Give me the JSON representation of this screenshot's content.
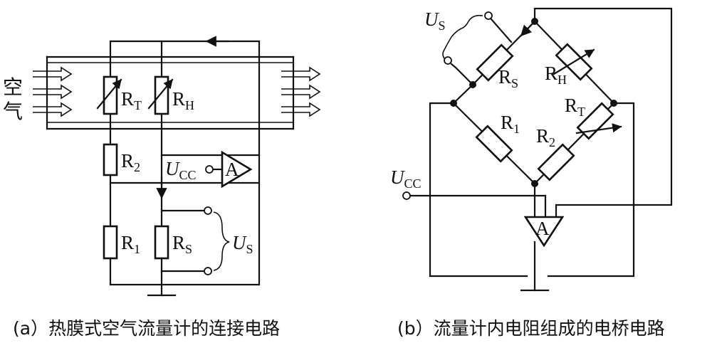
{
  "diagram_a": {
    "caption": "(a）热膜式空气流量计的连接电路",
    "air_label_1": "空",
    "air_label_2": "气",
    "rt": "R",
    "rt_sub": "T",
    "rh": "R",
    "rh_sub": "H",
    "r2": "R",
    "r2_sub": "2",
    "r1": "R",
    "r1_sub": "1",
    "rs": "R",
    "rs_sub": "S",
    "ucc": "U",
    "ucc_sub": "CC",
    "us": "U",
    "us_sub": "S",
    "amp": "A"
  },
  "diagram_b": {
    "caption": "(b）流量计内电阻组成的电桥电路",
    "rs": "R",
    "rs_sub": "S",
    "rh": "R",
    "rh_sub": "H",
    "rt": "R",
    "rt_sub": "T",
    "r1": "R",
    "r1_sub": "1",
    "r2": "R",
    "r2_sub": "2",
    "ucc": "U",
    "ucc_sub": "CC",
    "us": "U",
    "us_sub": "S",
    "amp": "A"
  }
}
